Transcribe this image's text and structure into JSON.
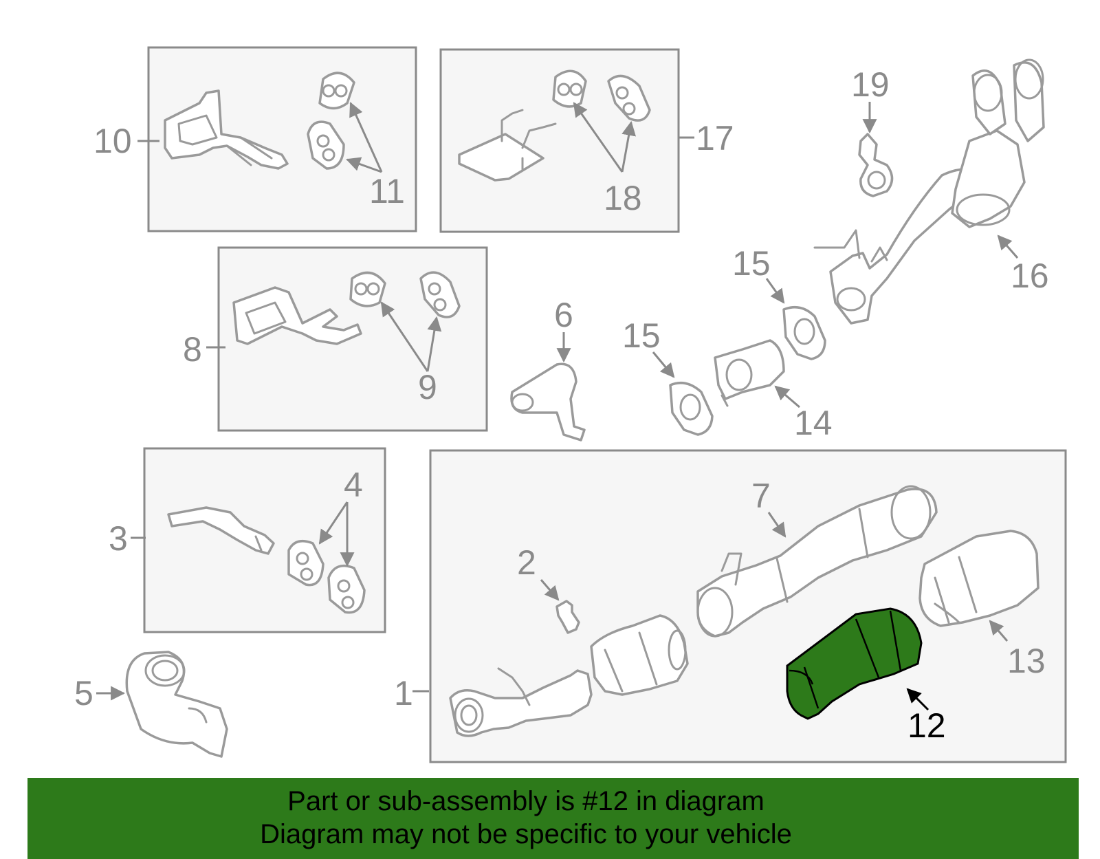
{
  "callouts": {
    "c1": "1",
    "c2": "2",
    "c3": "3",
    "c4": "4",
    "c5": "5",
    "c6": "6",
    "c7": "7",
    "c8": "8",
    "c9": "9",
    "c10": "10",
    "c11": "11",
    "c12": "12",
    "c13": "13",
    "c14": "14",
    "c15a": "15",
    "c15b": "15",
    "c16": "16",
    "c17": "17",
    "c18": "18",
    "c19": "19"
  },
  "highlighted_part": "12",
  "colors": {
    "highlight": "#2d7a1a",
    "banner": "#2d7a1a",
    "panel": "#f6f6f6",
    "outline": "#9a9a9a"
  },
  "banner": {
    "line1": "Part or sub-assembly is #12 in diagram",
    "line2": "Diagram may not be specific to your vehicle"
  }
}
